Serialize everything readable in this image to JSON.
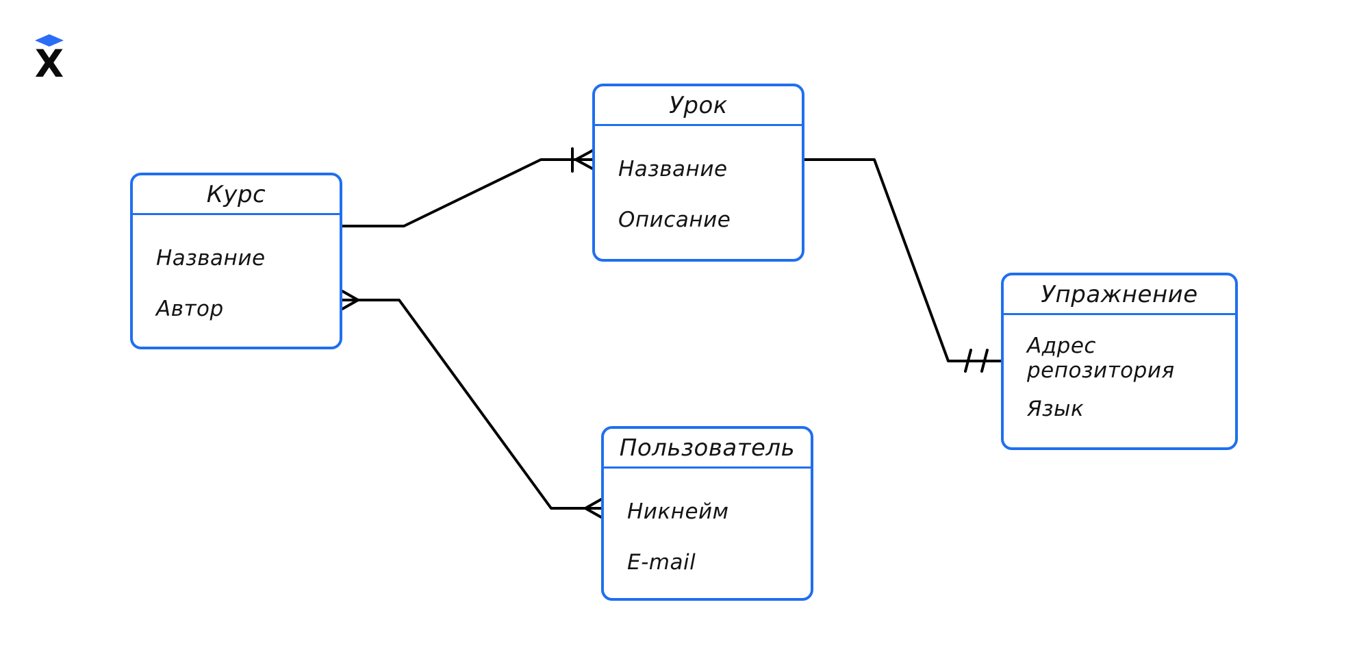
{
  "app": {
    "background_color": "#ffffff"
  },
  "logo": {
    "icon": "hexlet-logo",
    "letter": "X",
    "cap_color": "#2b6df6",
    "letter_color": "#0a0a0a"
  },
  "diagram": {
    "type": "entity-relationship",
    "style": "hand-drawn",
    "entity_border_color": "#1f6ff0",
    "connector_color": "#000000",
    "text_color": "#141414",
    "entities": [
      {
        "id": "course",
        "name": "Курс",
        "attributes": [
          "Название",
          "Автор"
        ]
      },
      {
        "id": "lesson",
        "name": "Урок",
        "attributes": [
          "Название",
          "Описание"
        ]
      },
      {
        "id": "user",
        "name": "Пользователь",
        "attributes": [
          "Никнейм",
          "E-mail"
        ]
      },
      {
        "id": "exercise",
        "name": "Упражнение",
        "attributes": [
          "Адрес репозитория",
          "Язык"
        ]
      }
    ],
    "relationships": [
      {
        "from": "Курс",
        "to": "Урок",
        "from_end": "plain",
        "to_end": "one-or-many-crows-foot-bar"
      },
      {
        "from": "Курс",
        "to": "Пользователь",
        "from_end": "many-crows-foot",
        "to_end": "many-crows-foot"
      },
      {
        "from": "Урок",
        "to": "Упражнение",
        "from_end": "plain",
        "to_end": "exactly-one-double-bar"
      }
    ]
  }
}
